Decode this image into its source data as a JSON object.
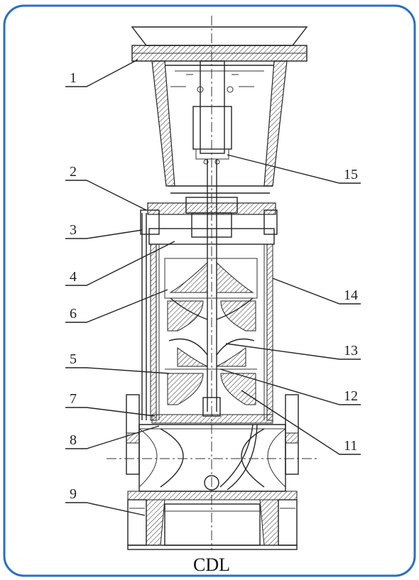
{
  "caption": "CDL",
  "colors": {
    "border": "#2a6fc0",
    "ink": "#222222",
    "hatch": "#444444"
  },
  "labels_left": [
    {
      "id": "1",
      "text": "1"
    },
    {
      "id": "2",
      "text": "2"
    },
    {
      "id": "3",
      "text": "3"
    },
    {
      "id": "4",
      "text": "4"
    },
    {
      "id": "6",
      "text": "6"
    },
    {
      "id": "5",
      "text": "5"
    },
    {
      "id": "7",
      "text": "7"
    },
    {
      "id": "8",
      "text": "8"
    },
    {
      "id": "9",
      "text": "9"
    }
  ],
  "labels_right": [
    {
      "id": "15",
      "text": "15"
    },
    {
      "id": "14",
      "text": "14"
    },
    {
      "id": "13",
      "text": "13"
    },
    {
      "id": "12",
      "text": "12"
    },
    {
      "id": "11",
      "text": "11"
    }
  ]
}
